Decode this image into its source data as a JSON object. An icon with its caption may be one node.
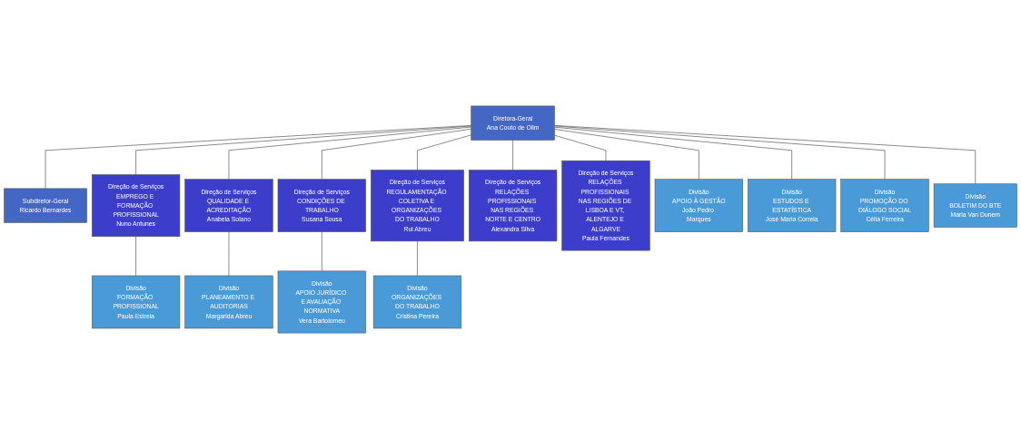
{
  "diagram": {
    "nodes": [
      {
        "text": [
          "Diretora-Geral",
          "Ana Couto de Olim"
        ]
      },
      {
        "text": [
          "Subdiretor-Geral",
          "Ricardo Bernardes"
        ]
      },
      {
        "text": [
          "Direção de Serviços",
          "EMPREGO E FORMAÇÃO PROFISSIONAL",
          "Nuno Antunes"
        ]
      },
      {
        "text": [
          "Direção de Serviços",
          "QUALIDADE E ACREDITAÇÃO",
          "Anabela Solano"
        ]
      },
      {
        "text": [
          "Direção de Serviços",
          "CONDIÇÕES DE TRABALHO",
          "Susana Sousa"
        ]
      },
      {
        "text": [
          "Direção de Serviços",
          "REGULAMENTAÇÃO COLETIVA E ORGANIZAÇÕES DO TRABALHO",
          "Rui Abreu"
        ]
      },
      {
        "text": [
          "Direção de Serviços",
          "RELAÇÕES PROFISSIONAIS NAS REGIÕES NORTE E CENTRO",
          "Alexandra Silva"
        ]
      },
      {
        "text": [
          "Direção de Serviços",
          "RELAÇÕES PROFISSIONAIS NAS REGIÕES DE LISBOA E VT, ALENTEJO E ALGARVE",
          "Paula Fernandes"
        ]
      },
      {
        "text": [
          "Divisão",
          "FORMAÇÃO PROFISSIONAL",
          "Paula Estrela"
        ]
      },
      {
        "text": [
          "Divisão",
          "PLANEAMENTO E AUDITORIAS",
          "Margarida Abreu"
        ]
      },
      {
        "text": [
          "Divisão",
          "APOIO JURÍDICO E AVALIAÇÃO NORMATIVA",
          "Vera Bartolomeu"
        ]
      },
      {
        "text": [
          "Divisão",
          "ORGANIZAÇÕES DO TRABALHO",
          "Cristina Pereira"
        ]
      },
      {
        "text": [
          "Divisão",
          "APOIO À GESTÃO",
          "João Pedro Marques"
        ]
      },
      {
        "text": [
          "Divisão",
          "ESTUDOS E ESTATÍSTICA",
          "José Maria Correia"
        ]
      },
      {
        "text": [
          "Divisão",
          "PROMOÇÃO DO DIÁLOGO SOCIAL",
          "Célia Ferreira"
        ]
      },
      {
        "text": [
          "Divisão",
          "BOLETIM DO BTE",
          "Maria Van Dunem"
        ]
      }
    ],
    "edges": [
      {
        "from": 0,
        "to": 1,
        "arrow": "none"
      },
      {
        "from": 0,
        "to": 2,
        "arrow": "none"
      },
      {
        "from": 0,
        "to": 3,
        "arrow": "none"
      },
      {
        "from": 0,
        "to": 4,
        "arrow": "none"
      },
      {
        "from": 0,
        "to": 5,
        "arrow": "none"
      },
      {
        "from": 0,
        "to": 6,
        "arrow": "none"
      },
      {
        "from": 0,
        "to": 7,
        "arrow": "none"
      },
      {
        "from": 0,
        "to": 12,
        "arrow": "none"
      },
      {
        "from": 0,
        "to": 13,
        "arrow": "none"
      },
      {
        "from": 0,
        "to": 14,
        "arrow": "none"
      },
      {
        "from": 0,
        "to": 15,
        "arrow": "none"
      },
      {
        "from": 2,
        "to": 8,
        "arrow": "none"
      },
      {
        "from": 3,
        "to": 9,
        "arrow": "none"
      },
      {
        "from": 4,
        "to": 10,
        "arrow": "none"
      },
      {
        "from": 5,
        "to": 11,
        "arrow": "none"
      }
    ]
  }
}
